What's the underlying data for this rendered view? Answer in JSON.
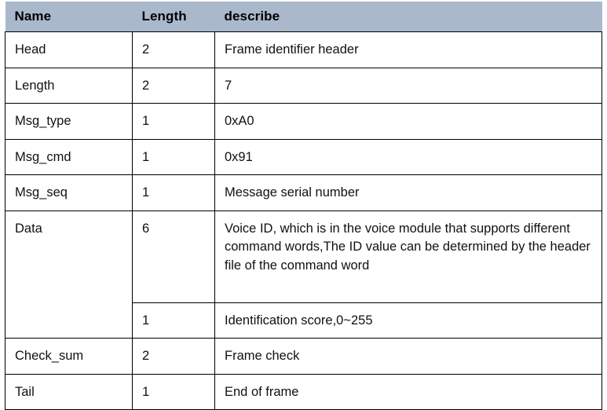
{
  "table": {
    "columns": [
      {
        "key": "name",
        "label": "Name"
      },
      {
        "key": "length",
        "label": "Length"
      },
      {
        "key": "describe",
        "label": "describe"
      }
    ],
    "header_bg": "#aab8cc",
    "header_text_color": "#000000",
    "border_color": "#000000",
    "body_bg": "#ffffff",
    "rows": [
      {
        "name": "Head",
        "length": "2",
        "describe": "Frame identifier header"
      },
      {
        "name": "Length",
        "length": "2",
        "describe": "7"
      },
      {
        "name": "Msg_type",
        "length": "1",
        "describe": "0xA0"
      },
      {
        "name": "Msg_cmd",
        "length": "1",
        "describe": "0x91"
      },
      {
        "name": "Msg_seq",
        "length": "1",
        "describe": "Message serial number"
      },
      {
        "name": "Data",
        "name_rowspan": 2,
        "length": "6",
        "describe": "Voice ID, which is in the voice module that supports different command words,The ID value can be determined by the header file of the command word"
      },
      {
        "name": "",
        "length": "1",
        "describe": "Identification score,0~255"
      },
      {
        "name": "Check_sum",
        "length": "2",
        "describe": "Frame check"
      },
      {
        "name": "Tail",
        "length": "1",
        "describe": "End of frame"
      }
    ]
  }
}
